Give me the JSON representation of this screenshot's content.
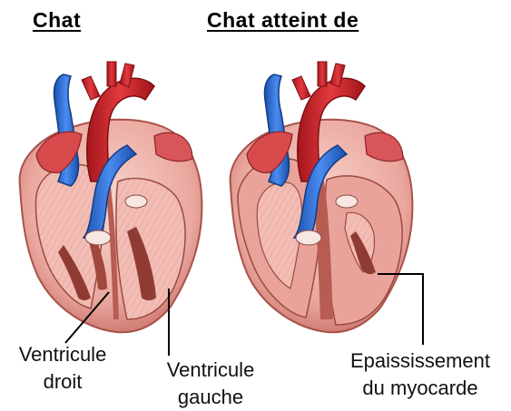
{
  "titles": {
    "normal": "Chat",
    "hcm": "Chat atteint de"
  },
  "labels": {
    "right_ventricle": {
      "line1": "Ventricule",
      "line2": "droit"
    },
    "left_ventricle": {
      "line1": "Ventricule",
      "line2": "gauche"
    },
    "hypertrophy": {
      "line1": "Epaississement",
      "line2": "du myocarde"
    }
  },
  "colors": {
    "aorta_red": "#d8262c",
    "vein_blue": "#2c6fd6",
    "pink_tissue": "#f2b8b0",
    "myocardium": "#d9827a",
    "dark_muscle": "#8c3a32",
    "leader_line": "#000000"
  }
}
